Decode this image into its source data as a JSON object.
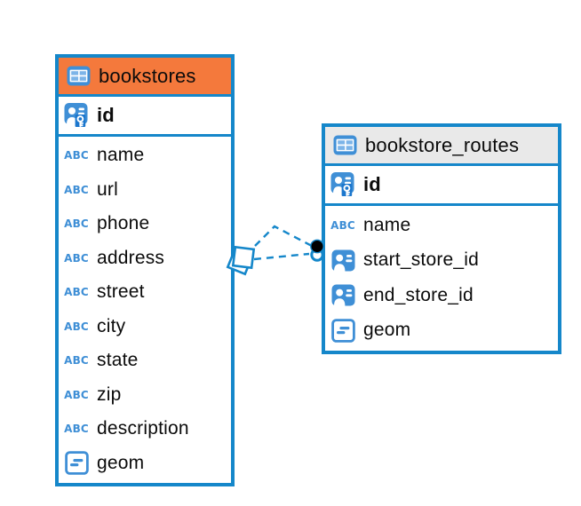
{
  "diagram": {
    "kind": "entity-relationship",
    "colors": {
      "accent_blue": "#1587ca",
      "icon_blue": "#3f8fd6",
      "key_patch_blue": "#1c77cd",
      "bookstores_header": "#f4793c",
      "routes_header": "#e9e9e9",
      "text": "#0b0b0b",
      "background": "#ffffff"
    }
  },
  "tables": [
    {
      "title": "bookstores",
      "header_icon": "table-icon",
      "header_style": "orange",
      "primary_key": {
        "name": "id",
        "icon": "primary-key-icon"
      },
      "columns": [
        {
          "name": "name",
          "type": "text",
          "icon": "text-type-icon"
        },
        {
          "name": "url",
          "type": "text",
          "icon": "text-type-icon"
        },
        {
          "name": "phone",
          "type": "text",
          "icon": "text-type-icon"
        },
        {
          "name": "address",
          "type": "text",
          "icon": "text-type-icon"
        },
        {
          "name": "street",
          "type": "text",
          "icon": "text-type-icon"
        },
        {
          "name": "city",
          "type": "text",
          "icon": "text-type-icon"
        },
        {
          "name": "state",
          "type": "text",
          "icon": "text-type-icon"
        },
        {
          "name": "zip",
          "type": "text",
          "icon": "text-type-icon"
        },
        {
          "name": "description",
          "type": "text",
          "icon": "text-type-icon"
        },
        {
          "name": "geom",
          "type": "geometry",
          "icon": "geometry-type-icon"
        }
      ]
    },
    {
      "title": "bookstore_routes",
      "header_icon": "table-icon",
      "header_style": "gray",
      "primary_key": {
        "name": "id",
        "icon": "primary-key-icon"
      },
      "columns": [
        {
          "name": "name",
          "type": "text",
          "icon": "text-type-icon"
        },
        {
          "name": "start_store_id",
          "type": "reference",
          "icon": "person-reference-icon"
        },
        {
          "name": "end_store_id",
          "type": "reference",
          "icon": "person-reference-icon"
        },
        {
          "name": "geom",
          "type": "geometry",
          "icon": "geometry-type-icon"
        }
      ]
    }
  ],
  "relationships": {
    "from_table": "bookstores",
    "to_table": "bookstore_routes",
    "line_style": "dashed",
    "source_marker": "rhombus-marker",
    "target_markers": [
      "black-dot-marker",
      "ring-marker"
    ],
    "count": 2
  }
}
